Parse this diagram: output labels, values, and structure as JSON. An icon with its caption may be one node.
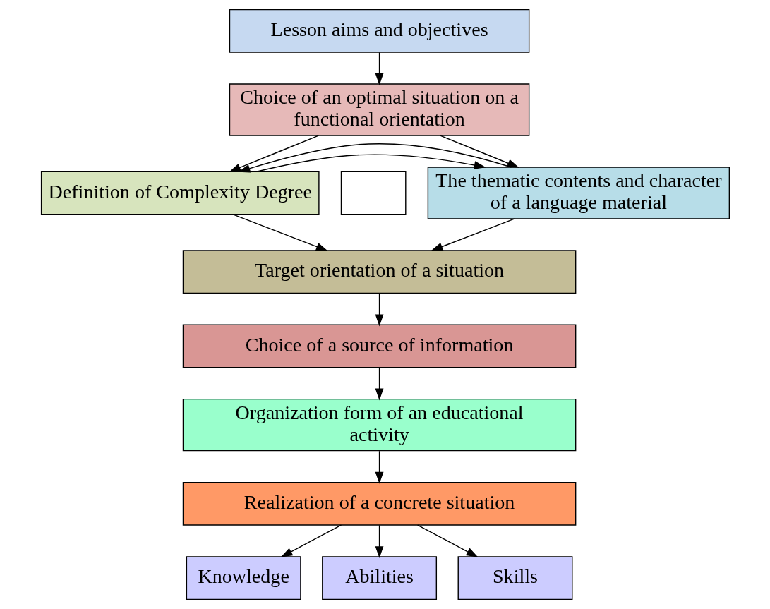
{
  "diagram": {
    "nodes": [
      {
        "text": [
          "Lesson aims and objectives"
        ]
      },
      {
        "text": [
          "Choice of an optimal situation on a functional orientation"
        ]
      },
      {
        "text": [
          "Definition of Complexity Degree"
        ]
      },
      {
        "text": [],
        "shape": "box"
      },
      {
        "text": [
          "The thematic contents and character of a language material"
        ]
      },
      {
        "text": [
          "Target orientation of a situation"
        ]
      },
      {
        "text": [
          "Choice of a source of information"
        ]
      },
      {
        "text": [
          "Organization form of an educational activity"
        ]
      },
      {
        "text": [
          "Realization of a concrete situation"
        ]
      },
      {
        "text": [
          "Knowledge"
        ]
      },
      {
        "text": [
          "Abilities"
        ]
      },
      {
        "text": [
          "Skills"
        ]
      }
    ],
    "edges": [
      {
        "from": 0,
        "to": 1,
        "arrow": "to"
      },
      {
        "from": 1,
        "to": 2,
        "arrow": "to"
      },
      {
        "from": 1,
        "to": 4,
        "arrow": "to"
      },
      {
        "from": 2,
        "to": 4,
        "arrow": "to"
      },
      {
        "from": 4,
        "to": 2,
        "arrow": "to"
      },
      {
        "from": 2,
        "to": 5,
        "arrow": "to"
      },
      {
        "from": 4,
        "to": 5,
        "arrow": "to"
      },
      {
        "from": 5,
        "to": 6,
        "arrow": "to"
      },
      {
        "from": 6,
        "to": 7,
        "arrow": "to"
      },
      {
        "from": 7,
        "to": 8,
        "arrow": "to"
      },
      {
        "from": 8,
        "to": 9,
        "arrow": "to"
      },
      {
        "from": 8,
        "to": 10,
        "arrow": "to"
      },
      {
        "from": 8,
        "to": 11,
        "arrow": "to"
      }
    ]
  }
}
